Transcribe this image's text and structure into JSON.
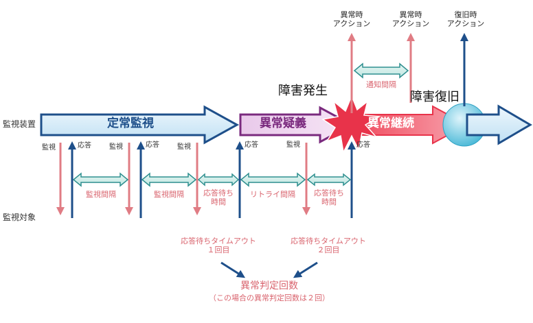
{
  "rows": {
    "device": "監視装置",
    "target": "監視対象"
  },
  "phases": {
    "normal": "定常監視",
    "suspect": "異常疑義",
    "continue": "異常継続"
  },
  "events": {
    "occur": "障害発生",
    "recover": "障害復旧"
  },
  "actions": {
    "abnormal1": "異常時\nアクション",
    "abnormal2": "異常時\nアクション",
    "recovery": "復旧時\nアクション",
    "notify_interval": "通知間隔"
  },
  "arrow_labels": {
    "monitor1": "監視",
    "response1": "応答",
    "monitor2": "監視",
    "response2": "応答",
    "monitor3": "監視",
    "response3": "応答",
    "monitor4": "監視",
    "response4": "応答"
  },
  "intervals": {
    "monitor1": "監視間隔",
    "monitor2": "監視間隔",
    "wait1": "応答待ち\n時間",
    "retry": "リトライ間隔",
    "wait2": "応答待ち\n時間"
  },
  "timeouts": {
    "first": "応答待ちタイムアウト\n１回目",
    "second": "応答待ちタイムアウト\n２回目"
  },
  "result": {
    "title": "異常判定回数",
    "note": "（この場合の異常判定回数は２回）"
  },
  "colors": {
    "navy": "#1e4f8a",
    "pink": "#e07c84",
    "teal": "#2e8f8f",
    "purple": "#7a2a7e",
    "red": "#e8334a"
  }
}
